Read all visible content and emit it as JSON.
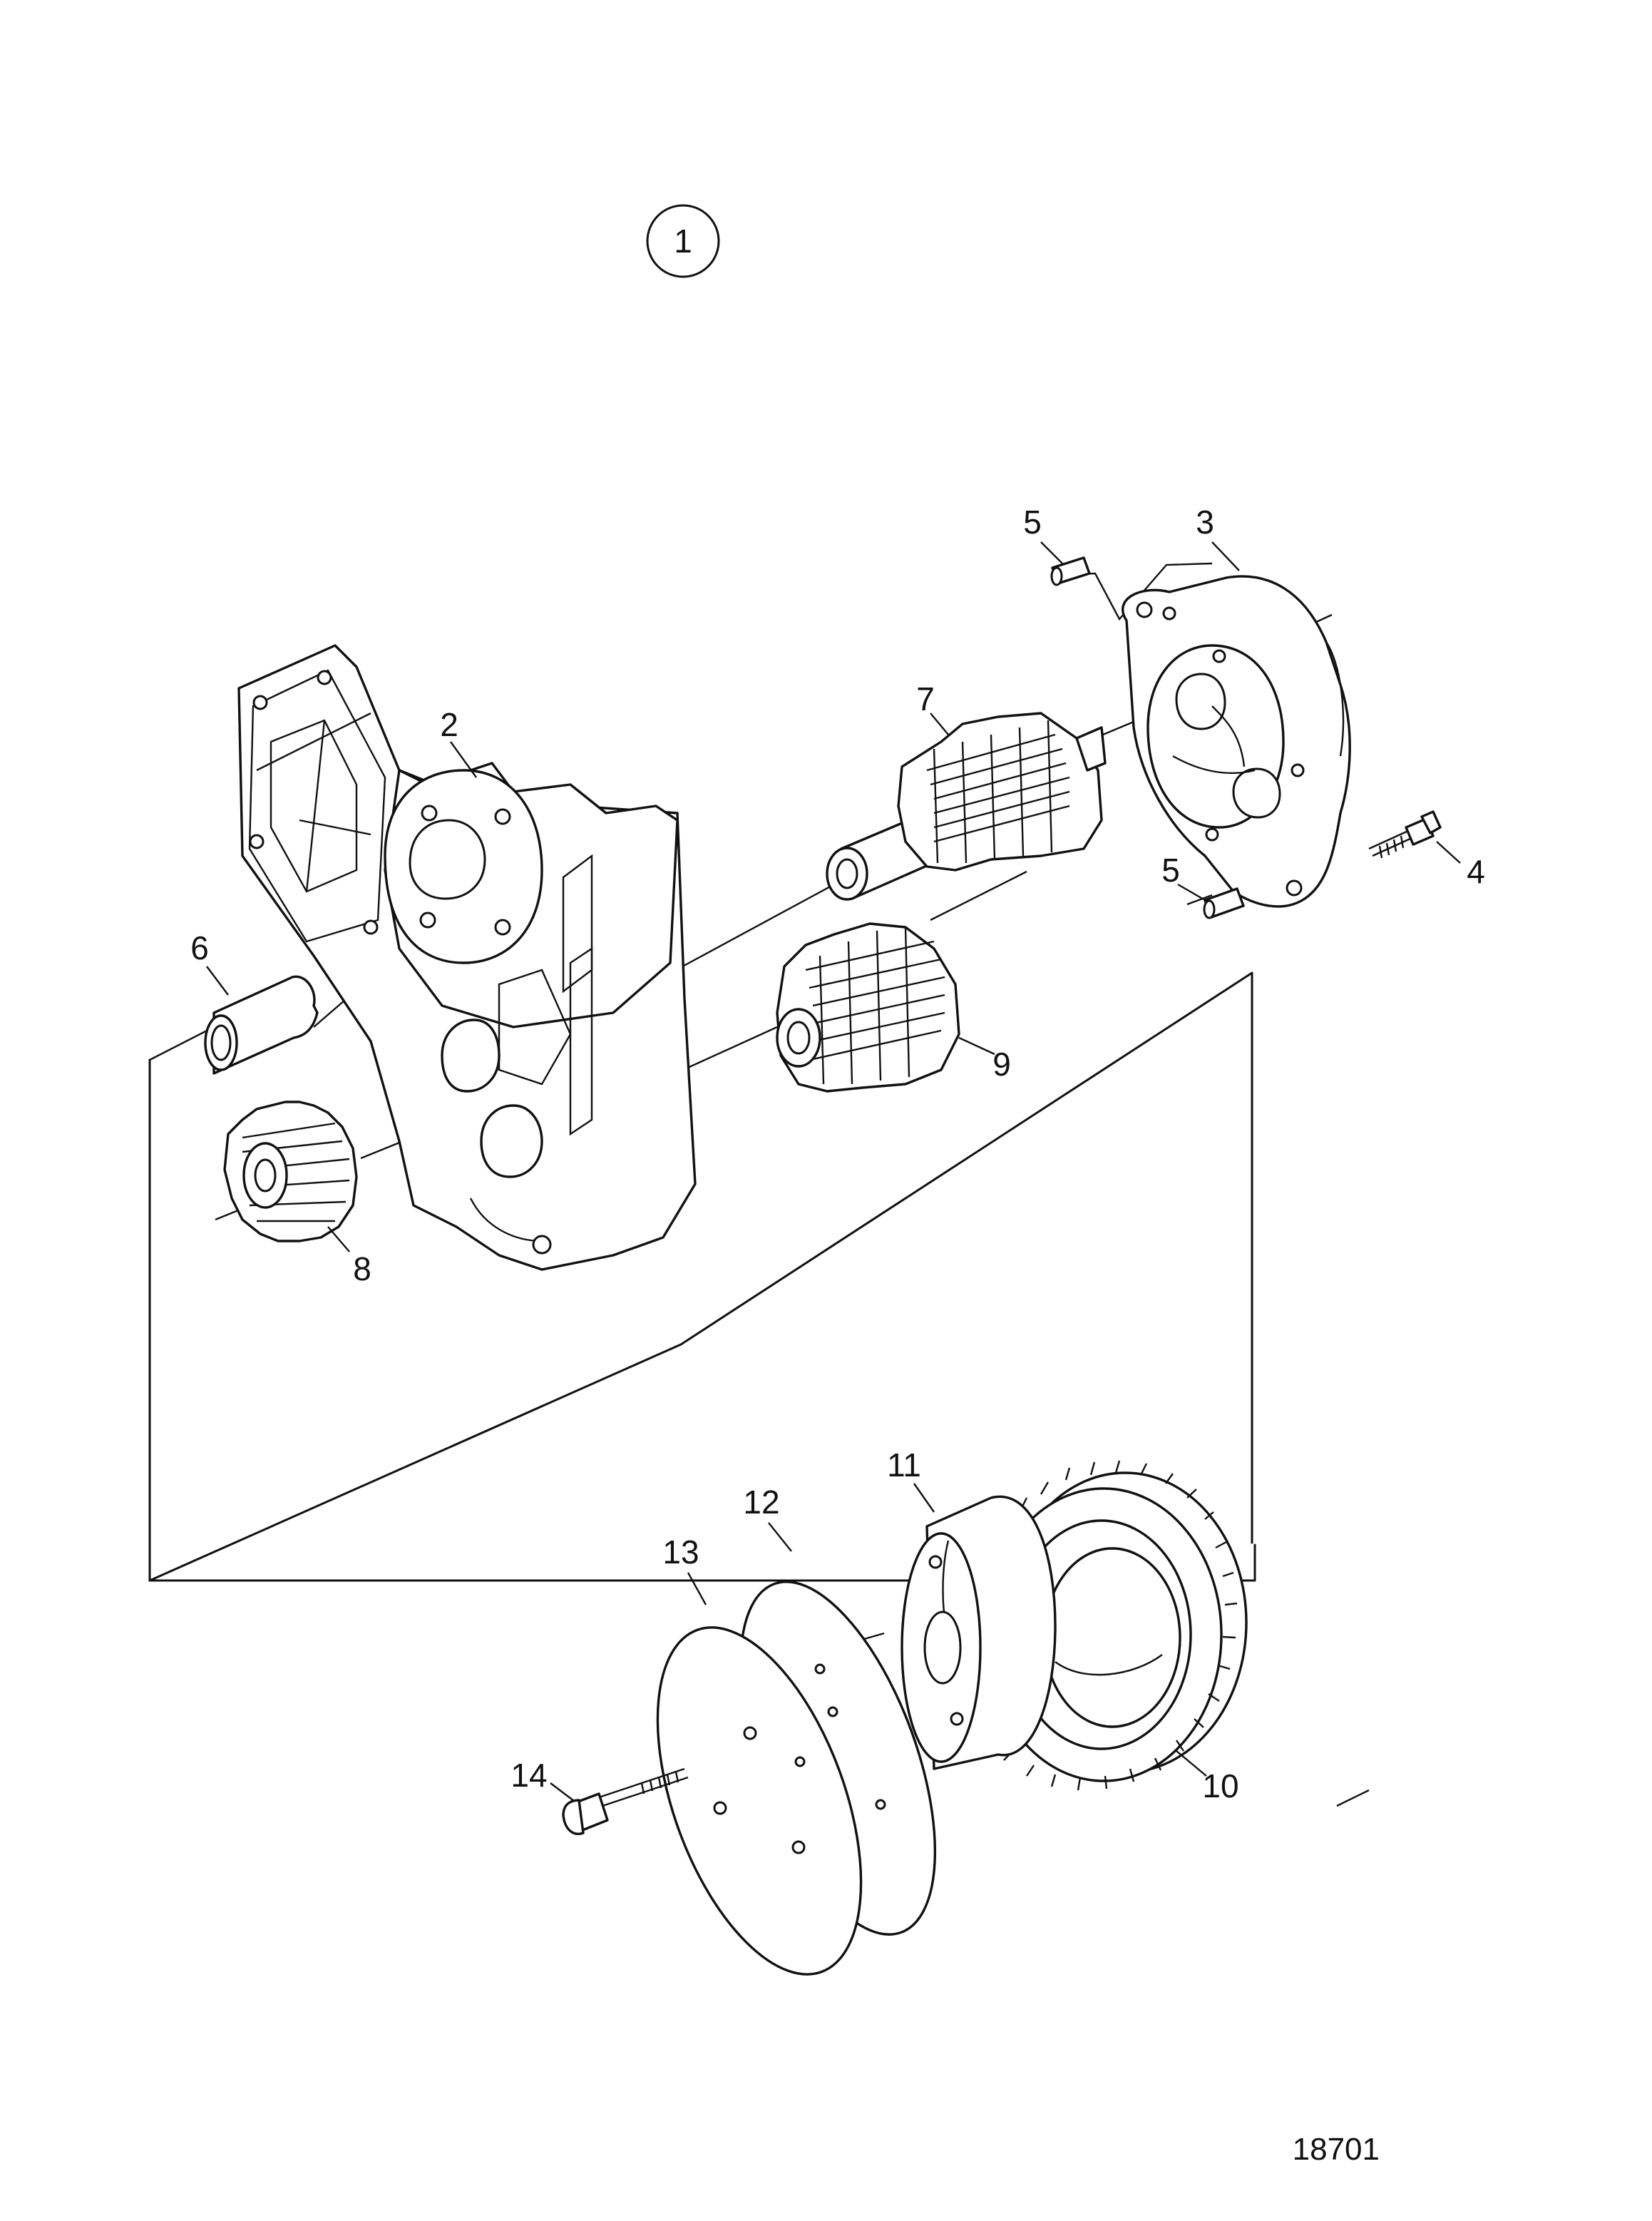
{
  "diagram": {
    "group_marker": "1",
    "drawing_number": "18701",
    "callouts": [
      "2",
      "3",
      "4",
      "5",
      "5",
      "6",
      "7",
      "8",
      "9",
      "10",
      "11",
      "12",
      "13",
      "14"
    ]
  }
}
